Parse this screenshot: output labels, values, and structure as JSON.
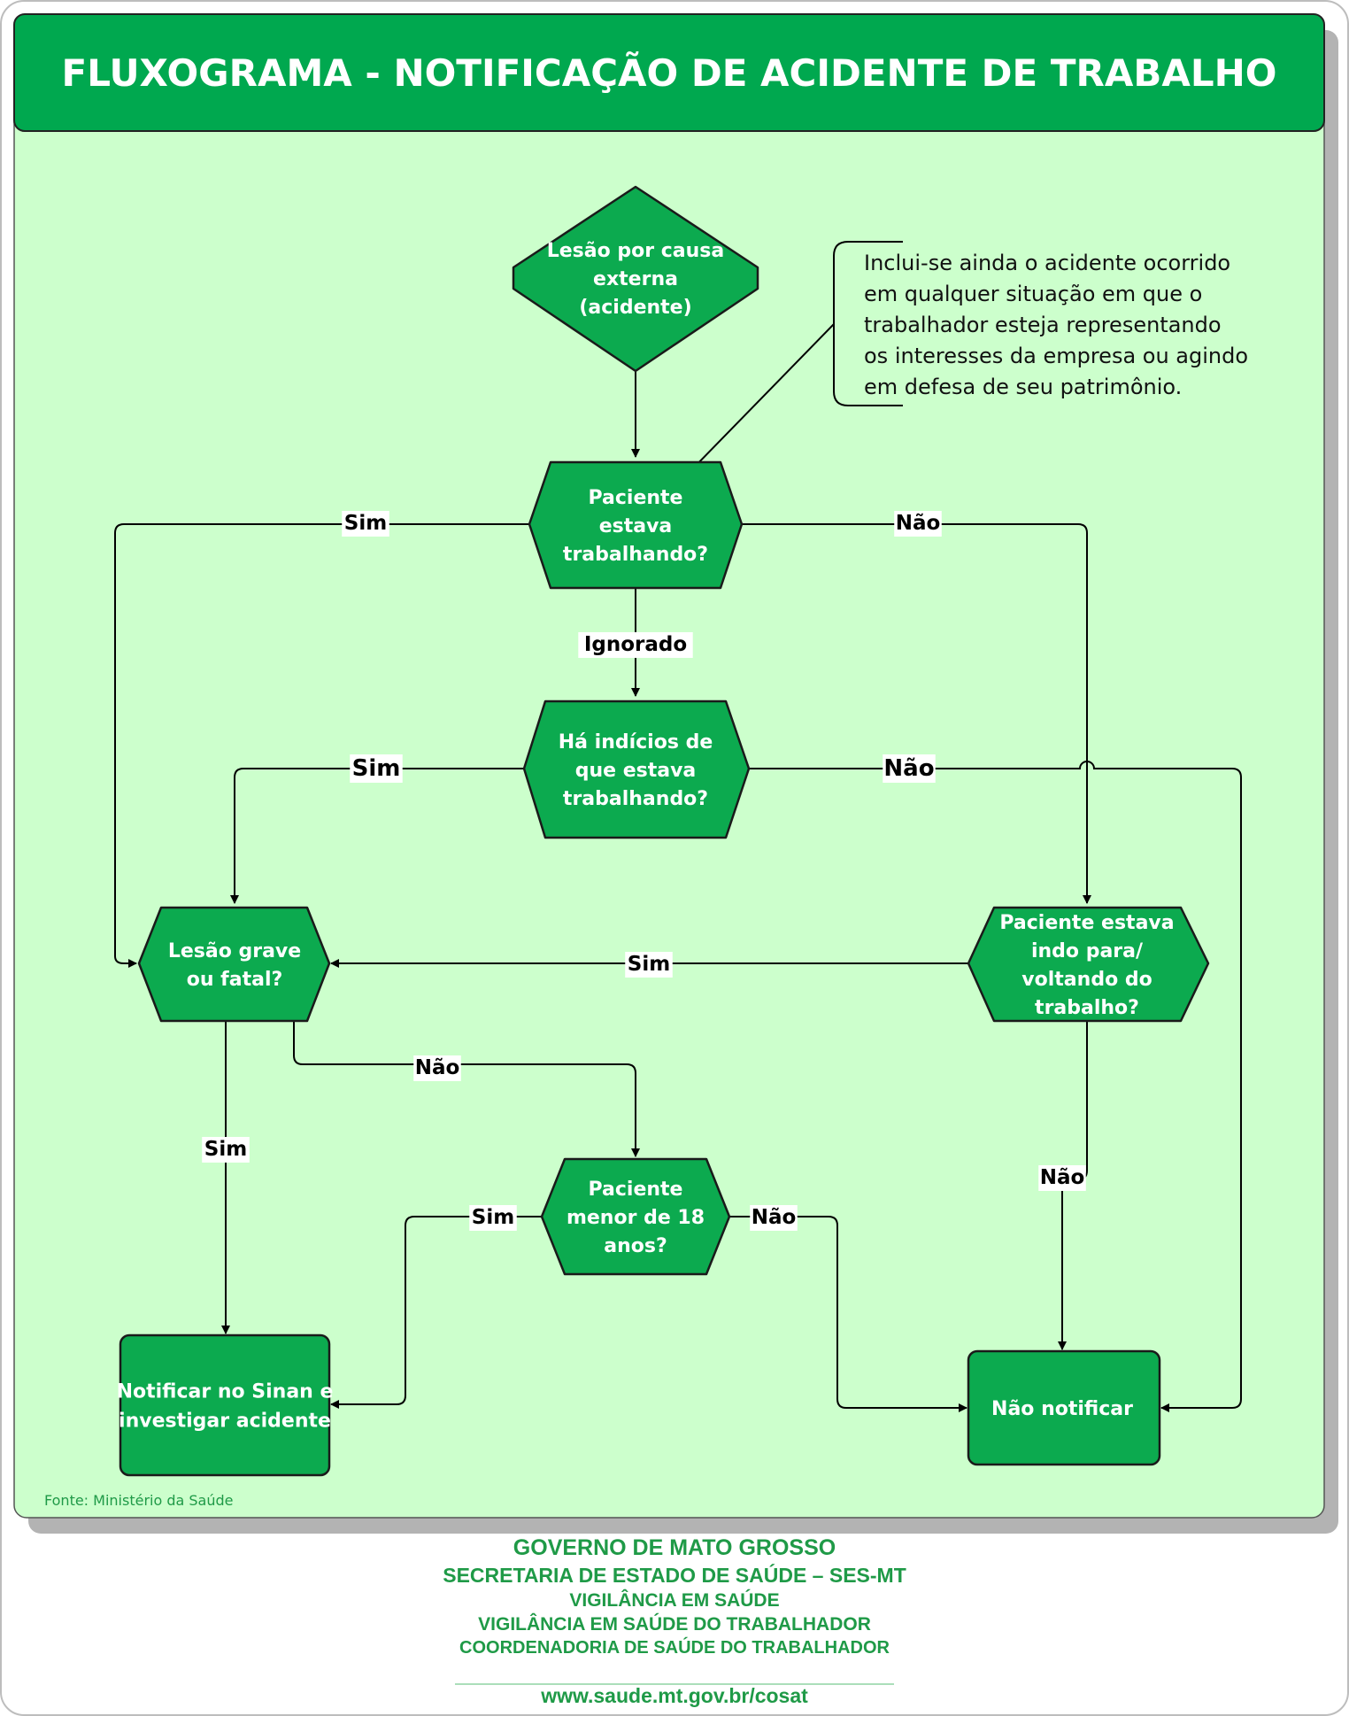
{
  "title": "FLUXOGRAMA - NOTIFICAÇÃO DE ACIDENTE DE TRABALHO",
  "colors": {
    "header_green": "#00a84f",
    "node_green": "#0caa4f",
    "panel_bg": "#ccffcc",
    "footer_green": "#1f9a47"
  },
  "nodes": {
    "n1": [
      "Lesão por causa",
      "externa",
      "(acidente)"
    ],
    "n2": [
      "Paciente",
      "estava",
      "trabalhando?"
    ],
    "n3": [
      "Há indícios de",
      "que estava",
      "trabalhando?"
    ],
    "n4": [
      "Lesão grave",
      "ou fatal?"
    ],
    "n5": [
      "Paciente estava",
      "indo para/",
      "voltando do",
      "trabalho?"
    ],
    "n6": [
      "Paciente",
      "menor de 18",
      "anos?"
    ],
    "n7": [
      "Notificar no Sinan e",
      "investigar acidente"
    ],
    "n8": [
      "Não notificar"
    ]
  },
  "note": [
    "Inclui-se ainda o acidente ocorrido",
    "em qualquer situação em que o",
    "trabalhador esteja representando",
    "os interesses da empresa ou agindo",
    "em defesa de seu patrimônio."
  ],
  "edge_labels": {
    "n2_sim": "Sim",
    "n2_nao": "Não",
    "n2_ignorado": "Ignorado",
    "n3_sim": "Sim",
    "n3_nao": "Não",
    "n5_sim": "Sim",
    "n4_nao": "Não",
    "n4_sim": "Sim",
    "n5_nao": "Não",
    "n6_sim": "Sim",
    "n6_nao": "Não"
  },
  "source": "Fonte: Ministério da Saúde",
  "footer": {
    "line1": "GOVERNO DE MATO GROSSO",
    "line2": "SECRETARIA DE ESTADO DE SAÚDE – SES-MT",
    "line3": "VIGILÂNCIA EM SAÚDE",
    "line4": "VIGILÂNCIA EM SAÚDE DO TRABALHADOR",
    "line5": "COORDENADORIA DE SAÚDE DO TRABALHADOR",
    "url": "www.saude.mt.gov.br/cosat"
  }
}
